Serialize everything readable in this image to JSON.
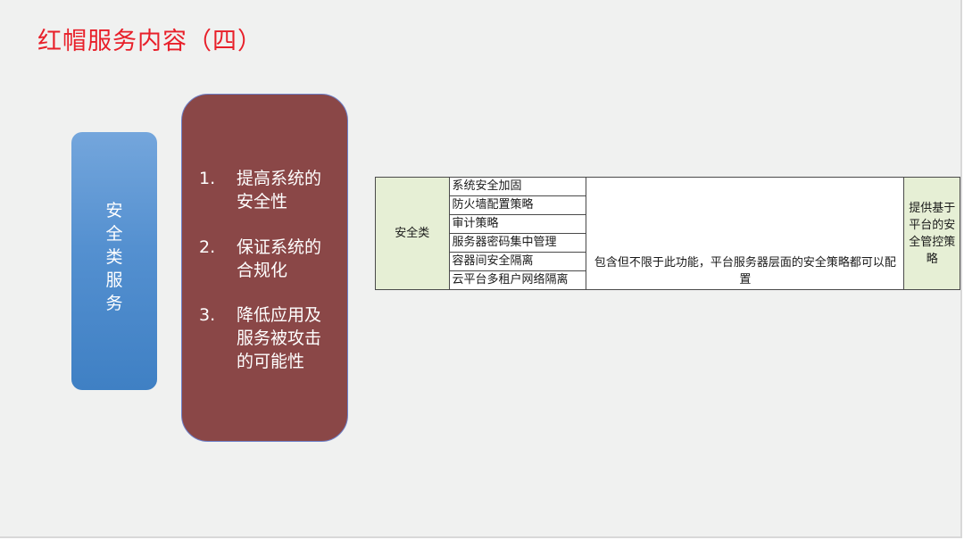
{
  "title": "红帽服务内容（四）",
  "service_box": {
    "label": "安全类服务"
  },
  "goals": [
    {
      "num": "1.",
      "text": "提高系统的安全性"
    },
    {
      "num": "2.",
      "text": "保证系统的合规化"
    },
    {
      "num": "3.",
      "text": "降低应用及服务被攻击的可能性"
    }
  ],
  "table": {
    "category": "安全类",
    "items": [
      "系统安全加固",
      "防火墙配置策略",
      "审计策略",
      "服务器密码集中管理",
      "容器间安全隔离",
      "云平台多租户网络隔离"
    ],
    "description": "包含但不限于此功能，平台服务器层面的安全策略都可以配置",
    "note": "提供基于平台的安全管控策略"
  },
  "colors": {
    "title": "#e8202a",
    "service_box": "#5490d0",
    "goals_box": "#8a4747",
    "table_highlight": "#e6efd5"
  }
}
